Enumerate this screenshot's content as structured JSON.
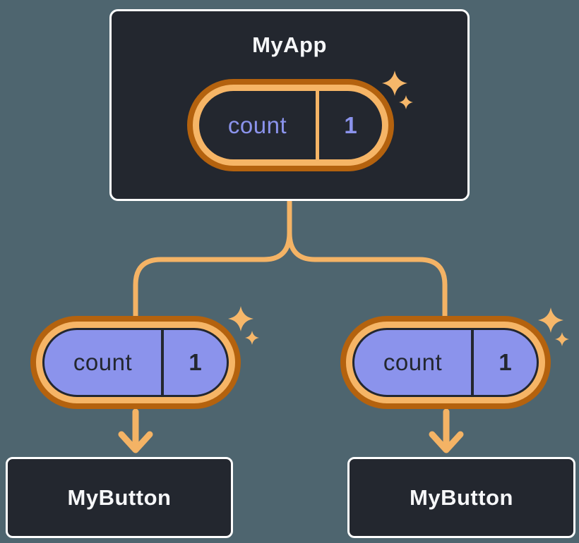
{
  "tree": {
    "parent": {
      "label": "MyApp",
      "state": {
        "name": "count",
        "value": "1"
      }
    },
    "children": [
      {
        "label": "MyButton",
        "state": {
          "name": "count",
          "value": "1"
        }
      },
      {
        "label": "MyButton",
        "state": {
          "name": "count",
          "value": "1"
        }
      }
    ]
  },
  "icons": {
    "sparkle": "four-point-star-sparkle",
    "arrow": "arrow-down"
  },
  "colors": {
    "background": "#4E656F",
    "node_fill": "#23272F",
    "node_border": "#FFFFFF",
    "node_text": "#F6F7F9",
    "pill_ring_outer": "#B4620E",
    "pill_ring_inner": "#F6B566",
    "pill_parent_fill": "#23272F",
    "pill_parent_text": "#8B93EC",
    "pill_child_fill": "#8B93EC",
    "pill_child_text": "#23272F",
    "connector_line": "#F4B365",
    "sparkle": "#F6B76A"
  }
}
